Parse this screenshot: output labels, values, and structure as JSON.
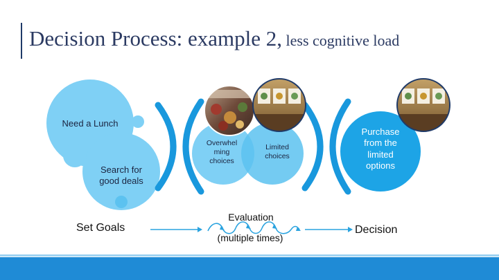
{
  "slide": {
    "title_main": "Decision Process: example 2,",
    "title_sub": " less cognitive load"
  },
  "diagram": {
    "set_goals": {
      "need_lunch": "Need a Lunch",
      "search_deals": "Search for good deals",
      "stage_label": "Set Goals"
    },
    "evaluation": {
      "overwhelming": "Overwhel ming choices",
      "limited": "Limited choices",
      "stage_label": "Evaluation",
      "stage_sub": "(multiple times)"
    },
    "decision": {
      "purchase": "Purchase from the limited options",
      "stage_label": "Decision"
    }
  },
  "colors": {
    "circle_light": "#7fd0f5",
    "circle_mid": "#5cc2f0",
    "circle_dark": "#1da4e6",
    "bracket": "#1998dd",
    "arrow": "#2aa3df",
    "title": "#2b3a62",
    "footer": "#1f8bd6"
  }
}
